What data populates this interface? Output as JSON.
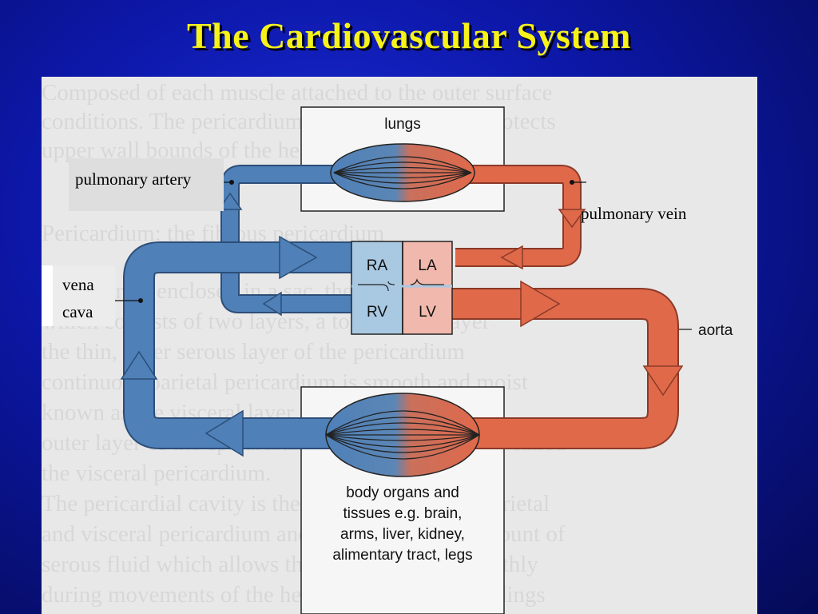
{
  "slide": {
    "title": "The Cardiovascular System"
  },
  "labels": {
    "pulmonary_artery": "pulmonary artery",
    "pulmonary_vein": "pulmonary vein",
    "vena": "vena",
    "cava": "cava"
  },
  "diagram": {
    "lungs": "lungs",
    "ra": "RA",
    "la": "LA",
    "rv": "RV",
    "lv": "LV",
    "aorta": "aorta",
    "body_lines": [
      "body organs and",
      "tissues e.g. brain,",
      "arms, liver, kidney,",
      "alimentary tract, legs"
    ]
  },
  "colors": {
    "background_blue": "#0c17a6",
    "title_yellow": "#f6f21a",
    "deoxygenated": "#4f80b8",
    "oxygenated": "#e0694a",
    "atria_blue_fill": "#a9c8e2",
    "atria_red_fill": "#f1b9ad"
  }
}
